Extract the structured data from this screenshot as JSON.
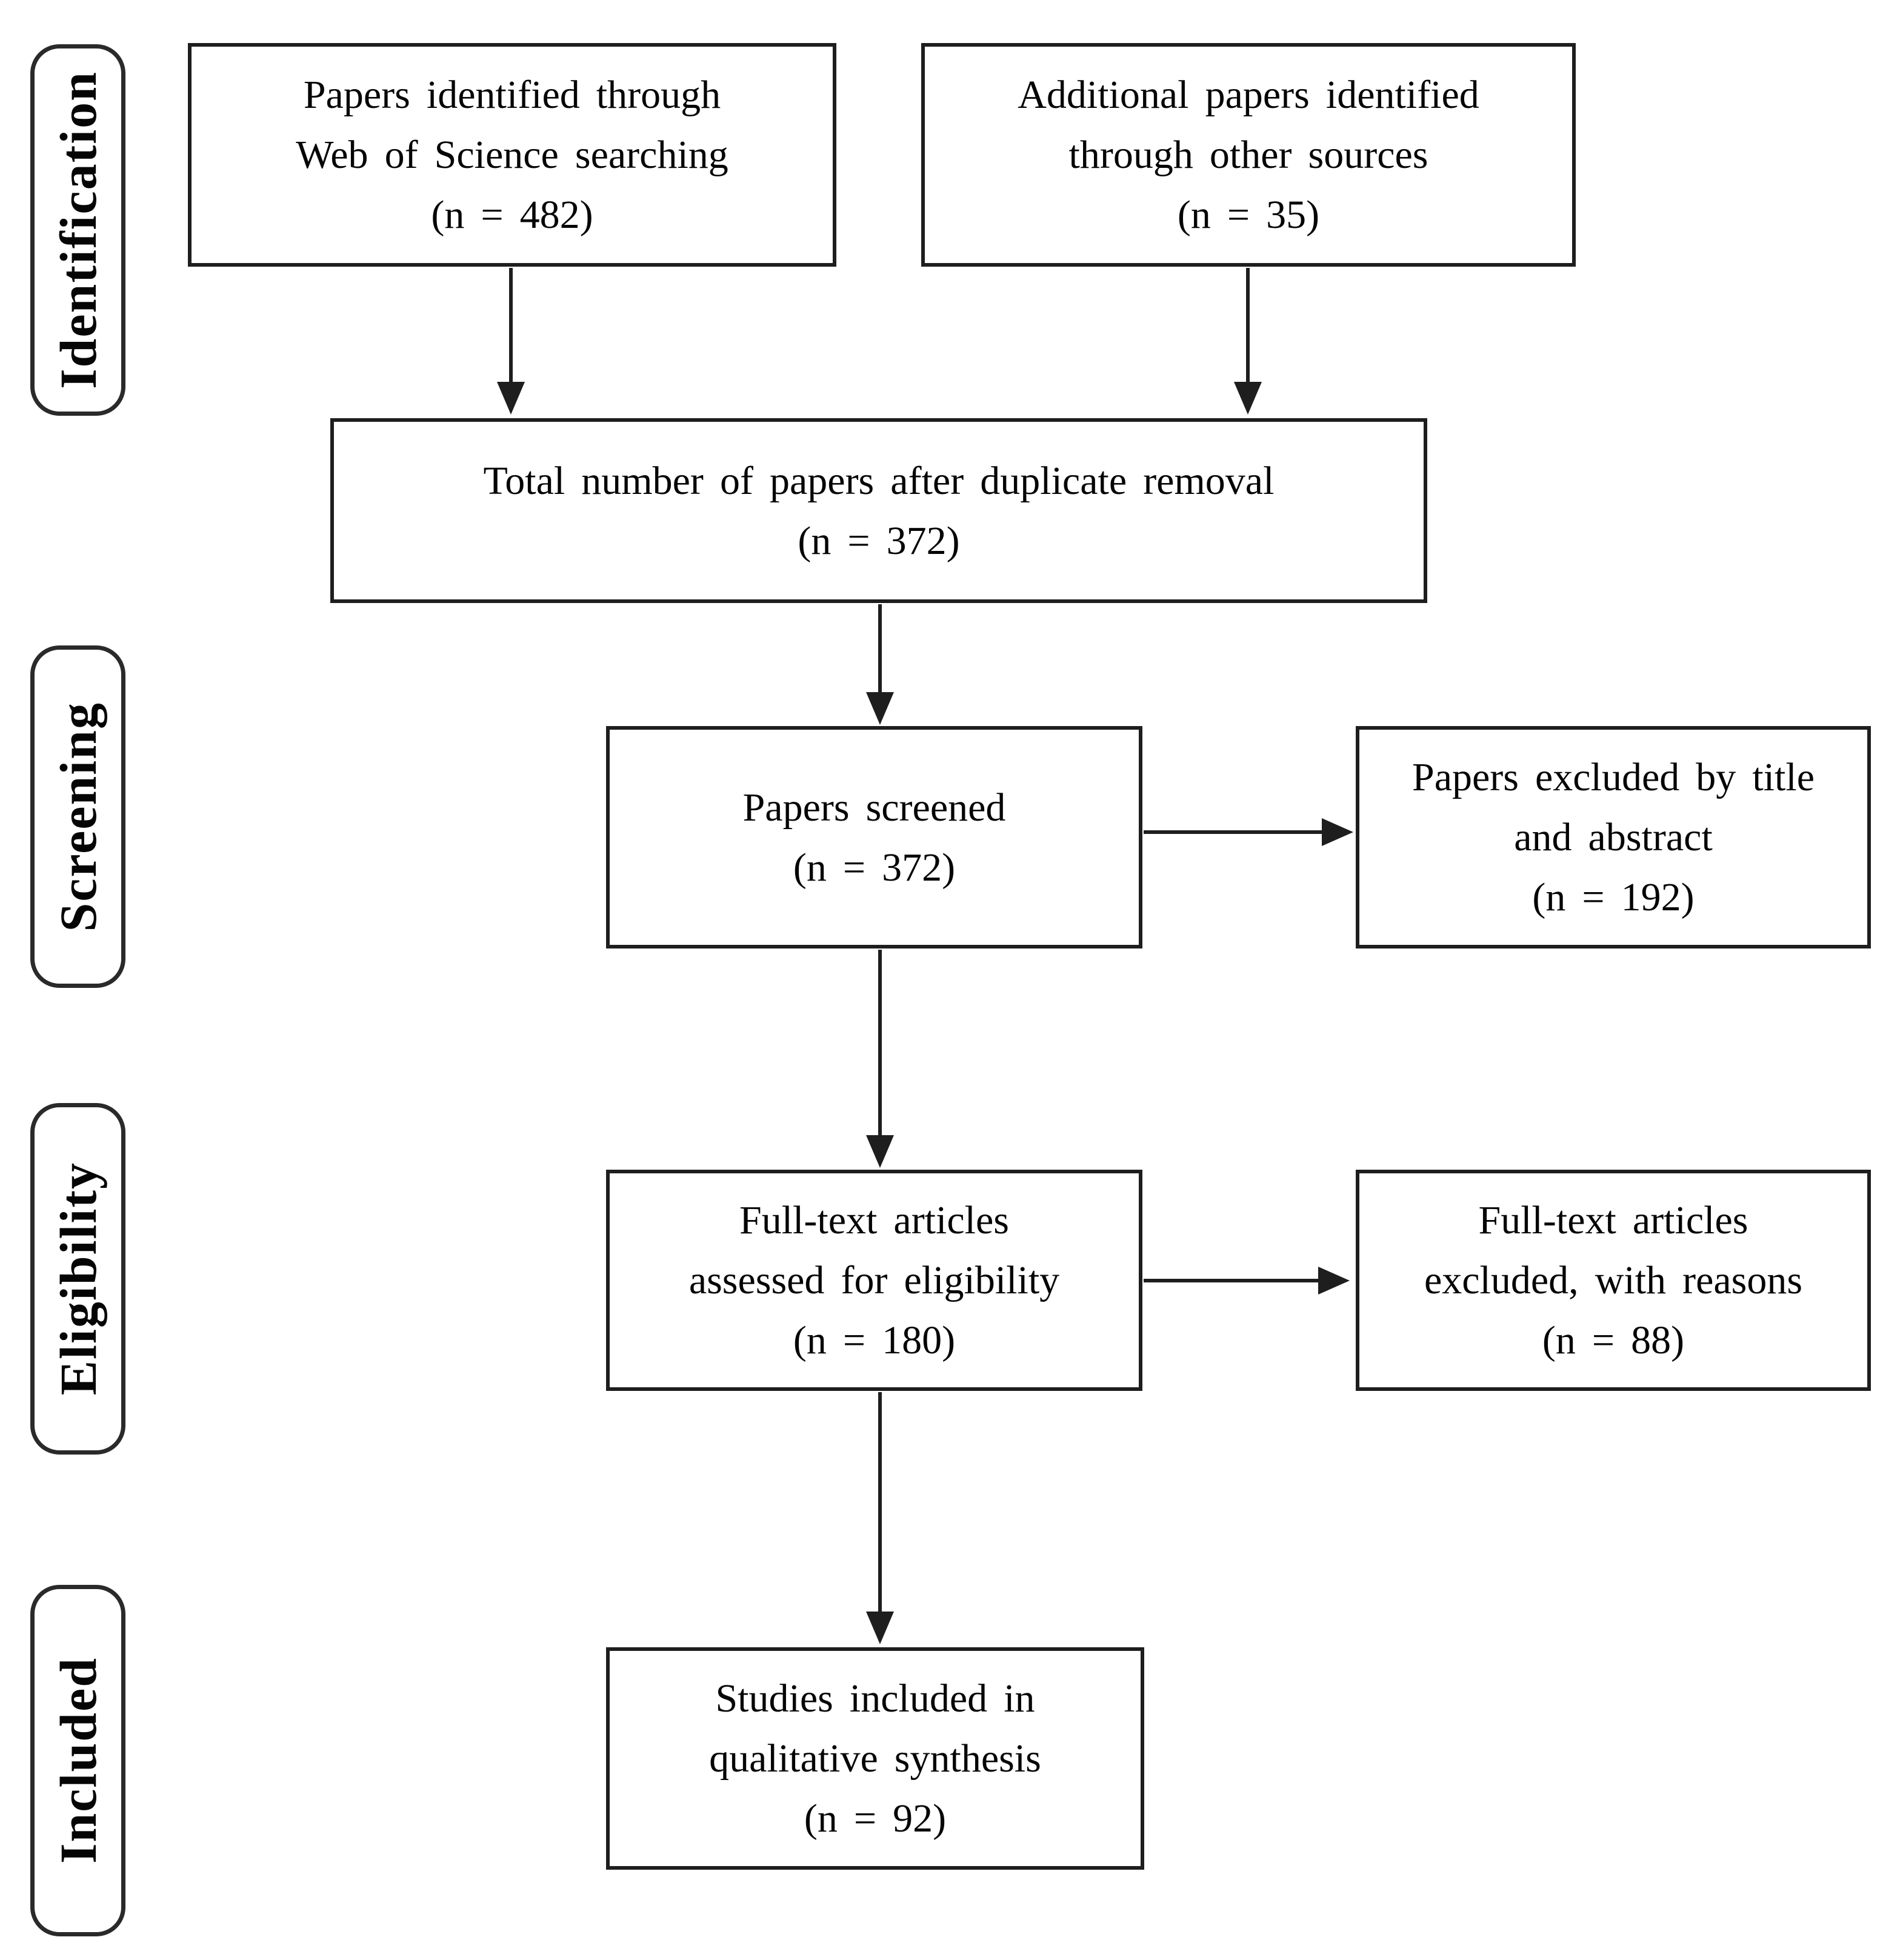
{
  "stages": {
    "identification": "Identification",
    "screening": "Screening",
    "eligibility": "Eligibility",
    "included": "Included"
  },
  "boxes": {
    "wos": {
      "line1": "Papers identified through",
      "line2": "Web of Science searching",
      "count": "(n = 482)"
    },
    "other": {
      "line1": "Additional papers identified",
      "line2": "through other sources",
      "count": "(n = 35)"
    },
    "total": {
      "line1": "Total number of papers after duplicate removal",
      "count": "(n = 372)"
    },
    "screened": {
      "line1": "Papers screened",
      "count": "(n = 372)"
    },
    "excluded_title": {
      "line1": "Papers excluded by title",
      "line2": "and abstract",
      "count": "(n = 192)"
    },
    "fulltext": {
      "line1": "Full-text articles",
      "line2": "assessed for eligibility",
      "count": "(n = 180)"
    },
    "excluded_reasons": {
      "line1": "Full-text articles",
      "line2": "excluded, with reasons",
      "count": "(n = 88)"
    },
    "included_studies": {
      "line1": "Studies included in",
      "line2": "qualitative synthesis",
      "count": "(n = 92)"
    }
  },
  "colors": {
    "line": "#1e1e1e",
    "text": "#050505",
    "background": "#ffffff"
  }
}
